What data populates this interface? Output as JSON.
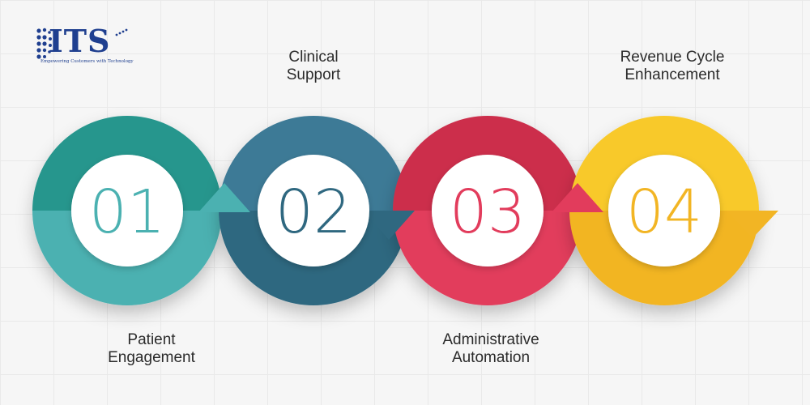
{
  "logo": {
    "text": "ITS",
    "tagline": "Empowering Customers with Technology"
  },
  "steps": [
    {
      "number": "01",
      "line1": "Patient",
      "line2": "Engagement",
      "color": "#4bb1b1",
      "color_dark": "#25968d"
    },
    {
      "number": "02",
      "line1": "Clinical",
      "line2": "Support",
      "color": "#2f6880",
      "color_dark": "#3d7a96"
    },
    {
      "number": "03",
      "line1": "Administrative",
      "line2": "Automation",
      "color": "#e23c5c",
      "color_dark": "#cc2f4c"
    },
    {
      "number": "04",
      "line1": "Revenue Cycle",
      "line2": "Enhancement",
      "color": "#f2b524",
      "color_dark": "#f8c92c"
    }
  ]
}
